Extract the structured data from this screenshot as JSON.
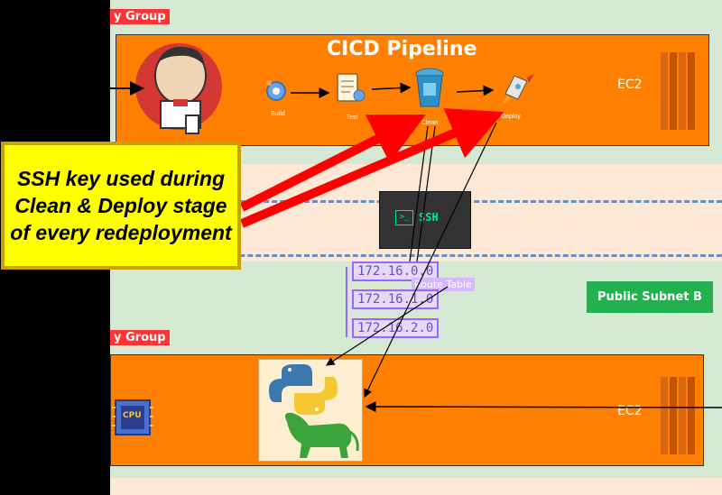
{
  "top_group_label": "y Group",
  "bottom_group_label": "y Group",
  "pipeline": {
    "title": "CICD Pipeline",
    "stages": [
      "Build",
      "Test",
      "Clean",
      "Deploy"
    ]
  },
  "top_ec2_label": "EC2",
  "bottom_ec2_label": "EC2",
  "ssh_label": "SSH",
  "route_table": {
    "label": "Route Table",
    "ips": [
      "172.16.0.0",
      "172.16.1.0",
      "172.16.2.0"
    ]
  },
  "subnet_label": "Public Subnet B",
  "chip_label": "CPU",
  "callout_text": "SSH key used during Clean & Deploy stage of every redeployment",
  "colors": {
    "orange": "#ff8000",
    "red_arrow": "#ff0000",
    "callout": "#ffff00",
    "subnet": "#22b14c"
  }
}
